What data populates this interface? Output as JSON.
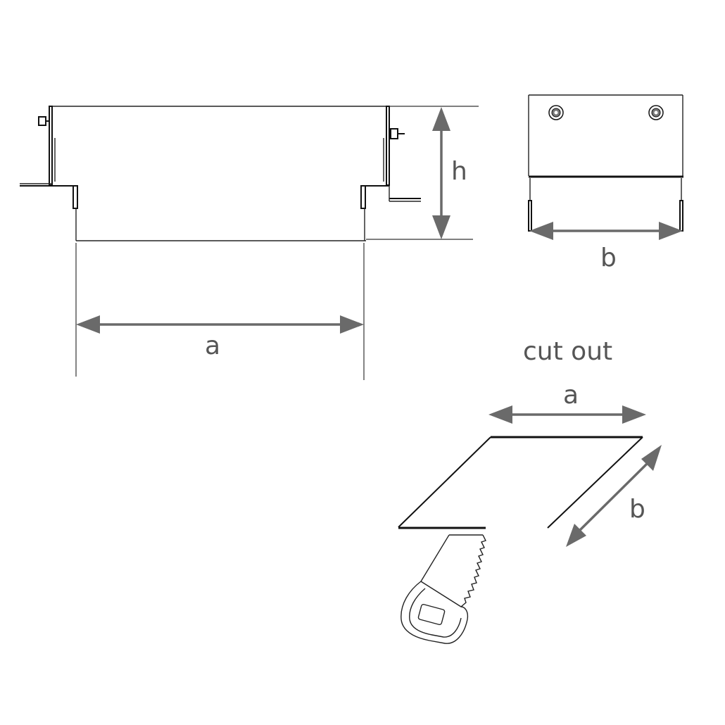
{
  "labels": {
    "front_width": "a",
    "front_height": "h",
    "side_depth": "b",
    "cutout_title": "cut out",
    "cutout_width": "a",
    "cutout_depth": "b"
  },
  "colors": {
    "line": "#111111",
    "dimension": "#6a6a6a",
    "label": "#555555"
  },
  "icons": {
    "saw": "saw-icon",
    "bolt": "bolt-icon"
  }
}
